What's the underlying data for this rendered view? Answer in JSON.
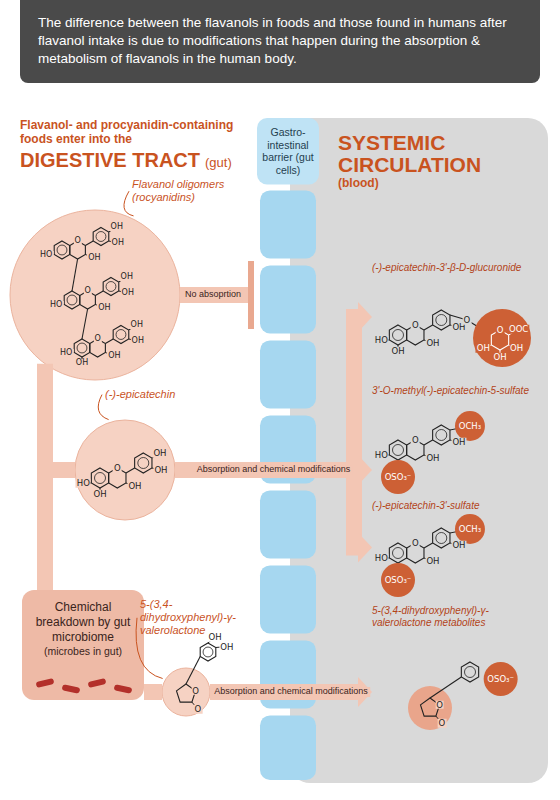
{
  "diagram": {
    "title": "The difference between the flavanols in foods and those found in humans after flavanol intake is due to modifications that happen during the absorption & metabolism of flavanols in the human body.",
    "nodes": [
      {
        "text": [
          "Gastro-intestinal barrier (gut cells)"
        ]
      },
      {
        "text": [
          "SYSTEMIC CIRCULATION",
          "(blood)"
        ]
      },
      {
        "text": [
          "Flavanol oligomers (rocyanidins)"
        ]
      },
      {
        "text": [
          "(-)-epicatechin"
        ]
      },
      {
        "text": [
          "Chemichal breakdown by gut microbiome",
          "(microbes in gut)"
        ]
      },
      {
        "text": [
          "5-(3,4-dihydroxyphenyl)-γ-valerolactone"
        ]
      },
      {
        "text": [
          "(-)-epicatechin-3'-β-D-glucuronide"
        ],
        "in": 1
      },
      {
        "text": [
          "3'-O-methyl(-)-epicatechin-5-sulfate"
        ],
        "in": 1
      },
      {
        "text": [
          "(-)-epicatechin-3'-sulfate"
        ],
        "in": 1
      },
      {
        "text": [
          "5-(3,4-dihydroxyphenyl)-γ-valerolactone metabolites"
        ],
        "in": 1
      }
    ],
    "edges": [
      {
        "from": 2,
        "to": 0,
        "label": "No absoprtion",
        "arrow": "to"
      },
      {
        "from": 2,
        "to": 4,
        "arrow": "none"
      },
      {
        "from": 3,
        "to": 4,
        "arrow": "none"
      },
      {
        "from": 3,
        "to": 6,
        "arrow": "to"
      },
      {
        "from": 3,
        "to": 7,
        "label": "Absorption and chemical modifications",
        "arrow": "to"
      },
      {
        "from": 3,
        "to": 8,
        "arrow": "to"
      },
      {
        "from": 4,
        "to": 5,
        "arrow": "none"
      },
      {
        "from": 5,
        "to": 9,
        "label": "Absorption and chemical modifications",
        "arrow": "to"
      }
    ],
    "labels": [
      "Flavanol- and procyanidin-containing foods enter into the",
      "DIGESTIVE TRACT",
      "(gut)",
      "HO",
      "O",
      "OH",
      "OH",
      "OH",
      "HO",
      "O",
      "OH",
      "OH",
      "OH",
      "HO",
      "OH",
      "O",
      "OH",
      "OH",
      "OH",
      "HO",
      "OH",
      "O",
      "OH",
      "OH",
      "OH",
      "OH",
      "OH",
      "O",
      "O",
      "HO",
      "OH",
      "O",
      "OH",
      "OH",
      "O",
      "O",
      "OH",
      "OH",
      "OH",
      "OOC",
      "HO",
      "OSO₃⁻",
      "O",
      "OH",
      "OH",
      "OCH₃",
      "HO",
      "OSO₃⁻",
      "O",
      "OH",
      "OH",
      "OCH₃",
      "OSO₃⁻",
      "O",
      "O"
    ]
  }
}
